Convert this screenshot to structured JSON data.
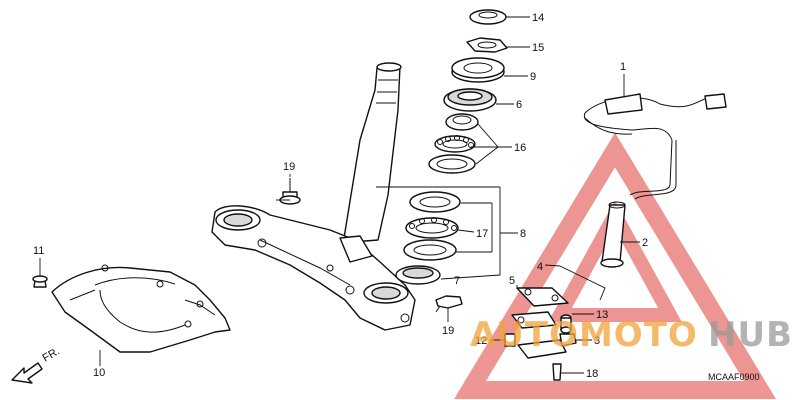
{
  "callouts": {
    "c1": "1",
    "c2": "2",
    "c3": "3",
    "c4": "4",
    "c5": "5",
    "c6": "6",
    "c7": "7",
    "c8": "8",
    "c9": "9",
    "c10": "10",
    "c11": "11",
    "c12": "12",
    "c13": "13",
    "c14": "14",
    "c15": "15",
    "c16": "16",
    "c17": "17",
    "c18": "18",
    "c19a": "19",
    "c19b": "19"
  },
  "direction_label": "FR.",
  "diagram_code": "MCAAF0900",
  "watermark": {
    "brand_left": "AUTOMOTO",
    "brand_right": "HUB",
    "color_red": "#e0403a",
    "color_orange": "#f2a23a",
    "color_grey": "#9a9a9a"
  }
}
